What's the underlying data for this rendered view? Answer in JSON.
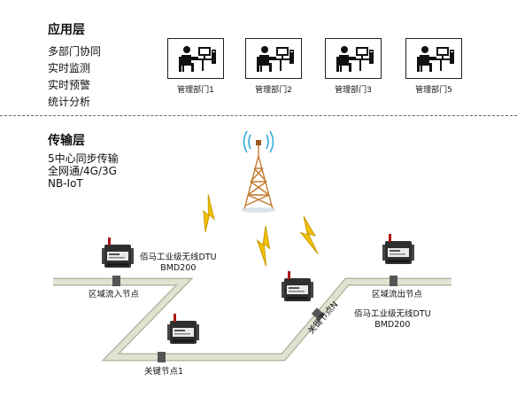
{
  "app_layer": {
    "title": "应用层",
    "features": [
      "多部门协同",
      "实时监测",
      "实时预警",
      "统计分析"
    ],
    "departments": [
      "管理部门1",
      "管理部门2",
      "管理部门3",
      "管理部门5"
    ]
  },
  "transport_layer": {
    "title": "传输层",
    "features": [
      "5中心同步传输",
      "全网通/4G/3G",
      "NB-IoT"
    ]
  },
  "nodes": {
    "inflow": "区域流入节点",
    "outflow": "区域流出节点",
    "key1": "关键节点1",
    "keyN": "关键节点N"
  },
  "dtu_labels": {
    "left": [
      "佰马工业级无线DTU",
      "BMD200"
    ],
    "right": [
      "佰马工业级无线DTU",
      "BMD200"
    ]
  },
  "colors": {
    "pipe": "#d9d9c8",
    "pipe_edge": "#b7b7a4",
    "node": "#555555",
    "lightning": "#f2c200",
    "tower": "#c47a2c",
    "device": "#3a3a3a"
  }
}
